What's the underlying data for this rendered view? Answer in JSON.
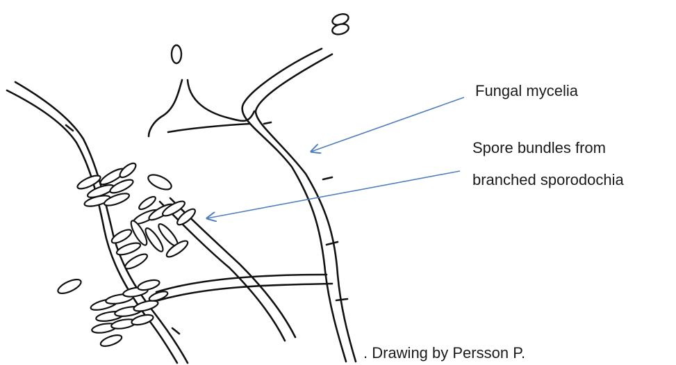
{
  "labels": {
    "fungal_mycelia": "Fungal mycelia",
    "spore_bundles_line1": "Spore bundles from",
    "spore_bundles_line2": "branched sporodochia",
    "credit": ". Drawing by Persson P."
  },
  "colors": {
    "ink": "#111111",
    "arrow": "#4f7fbf",
    "background": "#ffffff"
  }
}
